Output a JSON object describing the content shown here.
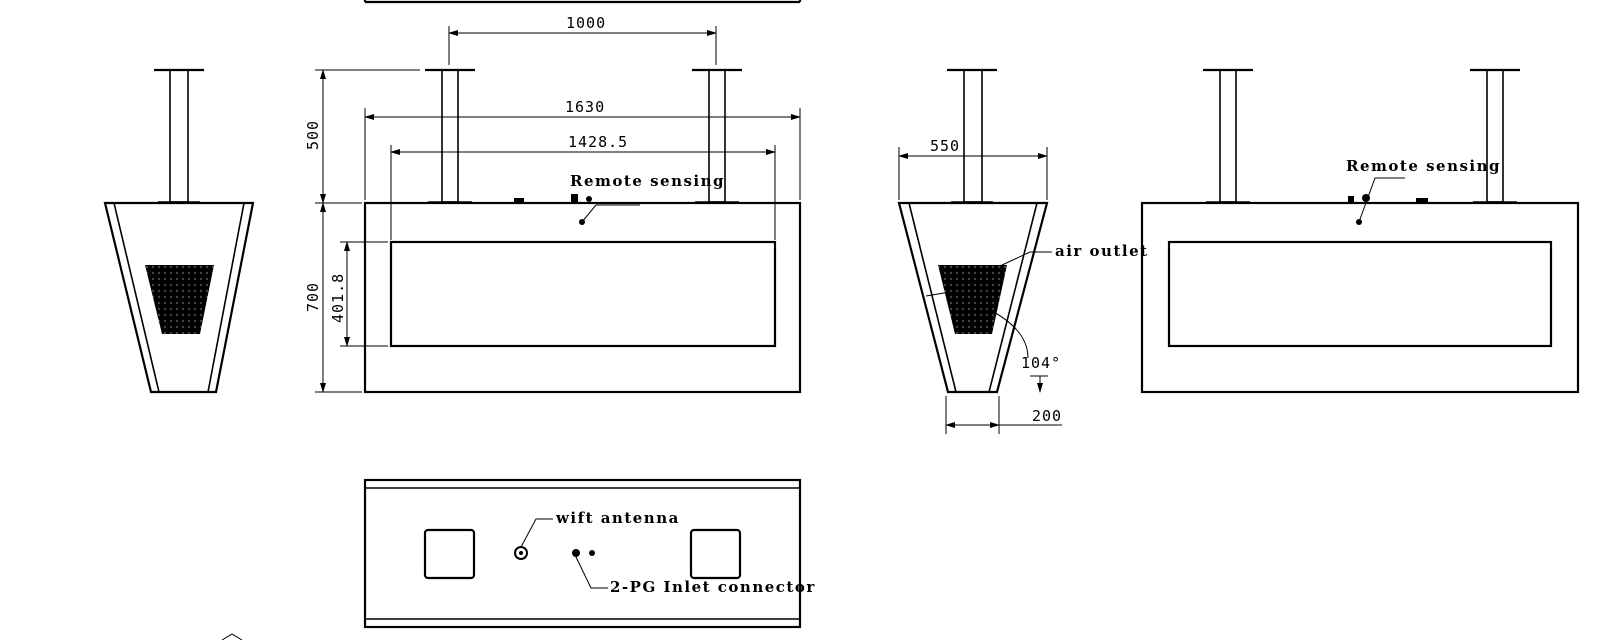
{
  "dimensions": {
    "top_span": "1000",
    "overall_width": "1630",
    "inner_width": "1428.5",
    "mount_height": "500",
    "body_height": "700",
    "window_height": "401.8",
    "side_depth": "550",
    "base_width": "200",
    "angle": "104°"
  },
  "labels": {
    "remote_sensing_front": "Remote sensing",
    "remote_sensing_rear": "Remote sensing",
    "air_outlet": "air outlet",
    "wifi_antenna": "wift antenna",
    "inlet_connector": "2-PG Inlet connector"
  },
  "colors": {
    "line": "#000000",
    "background": "#ffffff"
  }
}
